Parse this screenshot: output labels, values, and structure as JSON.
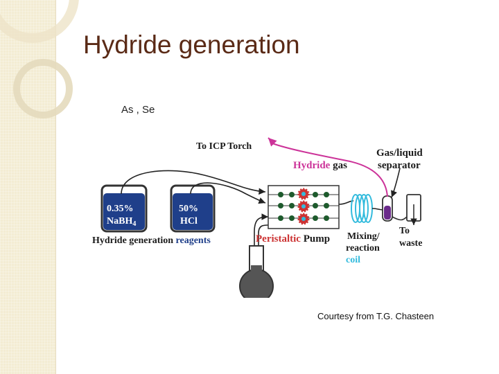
{
  "slide": {
    "title": "Hydride generation",
    "elements_text": "As , Se",
    "credit": "Courtesy from T.G. Chasteen"
  },
  "diagram": {
    "to_torch": "To ICP Torch",
    "separator_line1": "Gas/liquid",
    "separator_line2": "separator",
    "hydride_word": "Hydride",
    "gas_word": "gas",
    "bottle1_line1": "0.35%",
    "bottle1_line2": "NaBH",
    "bottle1_sub": "4",
    "bottle2_line1": "50%",
    "bottle2_line2": "HCl",
    "reagents_prefix": "Hydride generation",
    "reagents_word": "reagents",
    "pump_prefix": "Peristaltic",
    "pump_word": "Pump",
    "mixing_line1": "Mixing/",
    "mixing_line2": "reaction",
    "mixing_line3": "coil",
    "waste_line1": "To",
    "waste_line2": "waste"
  },
  "colors": {
    "title": "#5a2a16",
    "hydride_magenta": "#cc3399",
    "liquid_blue": "#1f3f8a",
    "coil_cyan": "#33bbdd",
    "pump_red": "#cc3333",
    "roller_green": "#1d5a2c",
    "flask_gray": "#555555",
    "diagram_text": "#1a1a1a"
  }
}
